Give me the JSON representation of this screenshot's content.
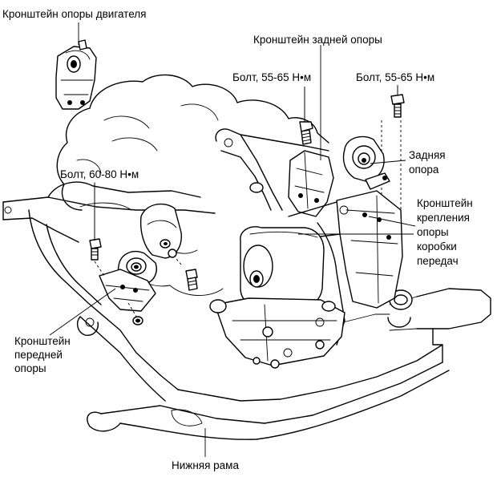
{
  "labels": {
    "engine_mount_bracket": "Кронштейн опоры двигателя",
    "rear_mount_bracket": "Кронштейн задней опоры",
    "bolt_55_65_left": "Болт, 55-65 Н•м",
    "bolt_55_65_right": "Болт, 55-65 Н•м",
    "rear_mount_line1": "Задняя",
    "rear_mount_line2": "опора",
    "bolt_60_80": "Болт, 60-80 Н•м",
    "gearbox_bracket_line1": "Кронштейн",
    "gearbox_bracket_line2": "крепления",
    "gearbox_bracket_line3": "опоры",
    "gearbox_bracket_line4": "коробки",
    "gearbox_bracket_line5": "передач",
    "front_bracket_line1": "Кронштейн",
    "front_bracket_line2": "передней",
    "front_bracket_line3": "опоры",
    "lower_frame": "Нижняя рама"
  }
}
